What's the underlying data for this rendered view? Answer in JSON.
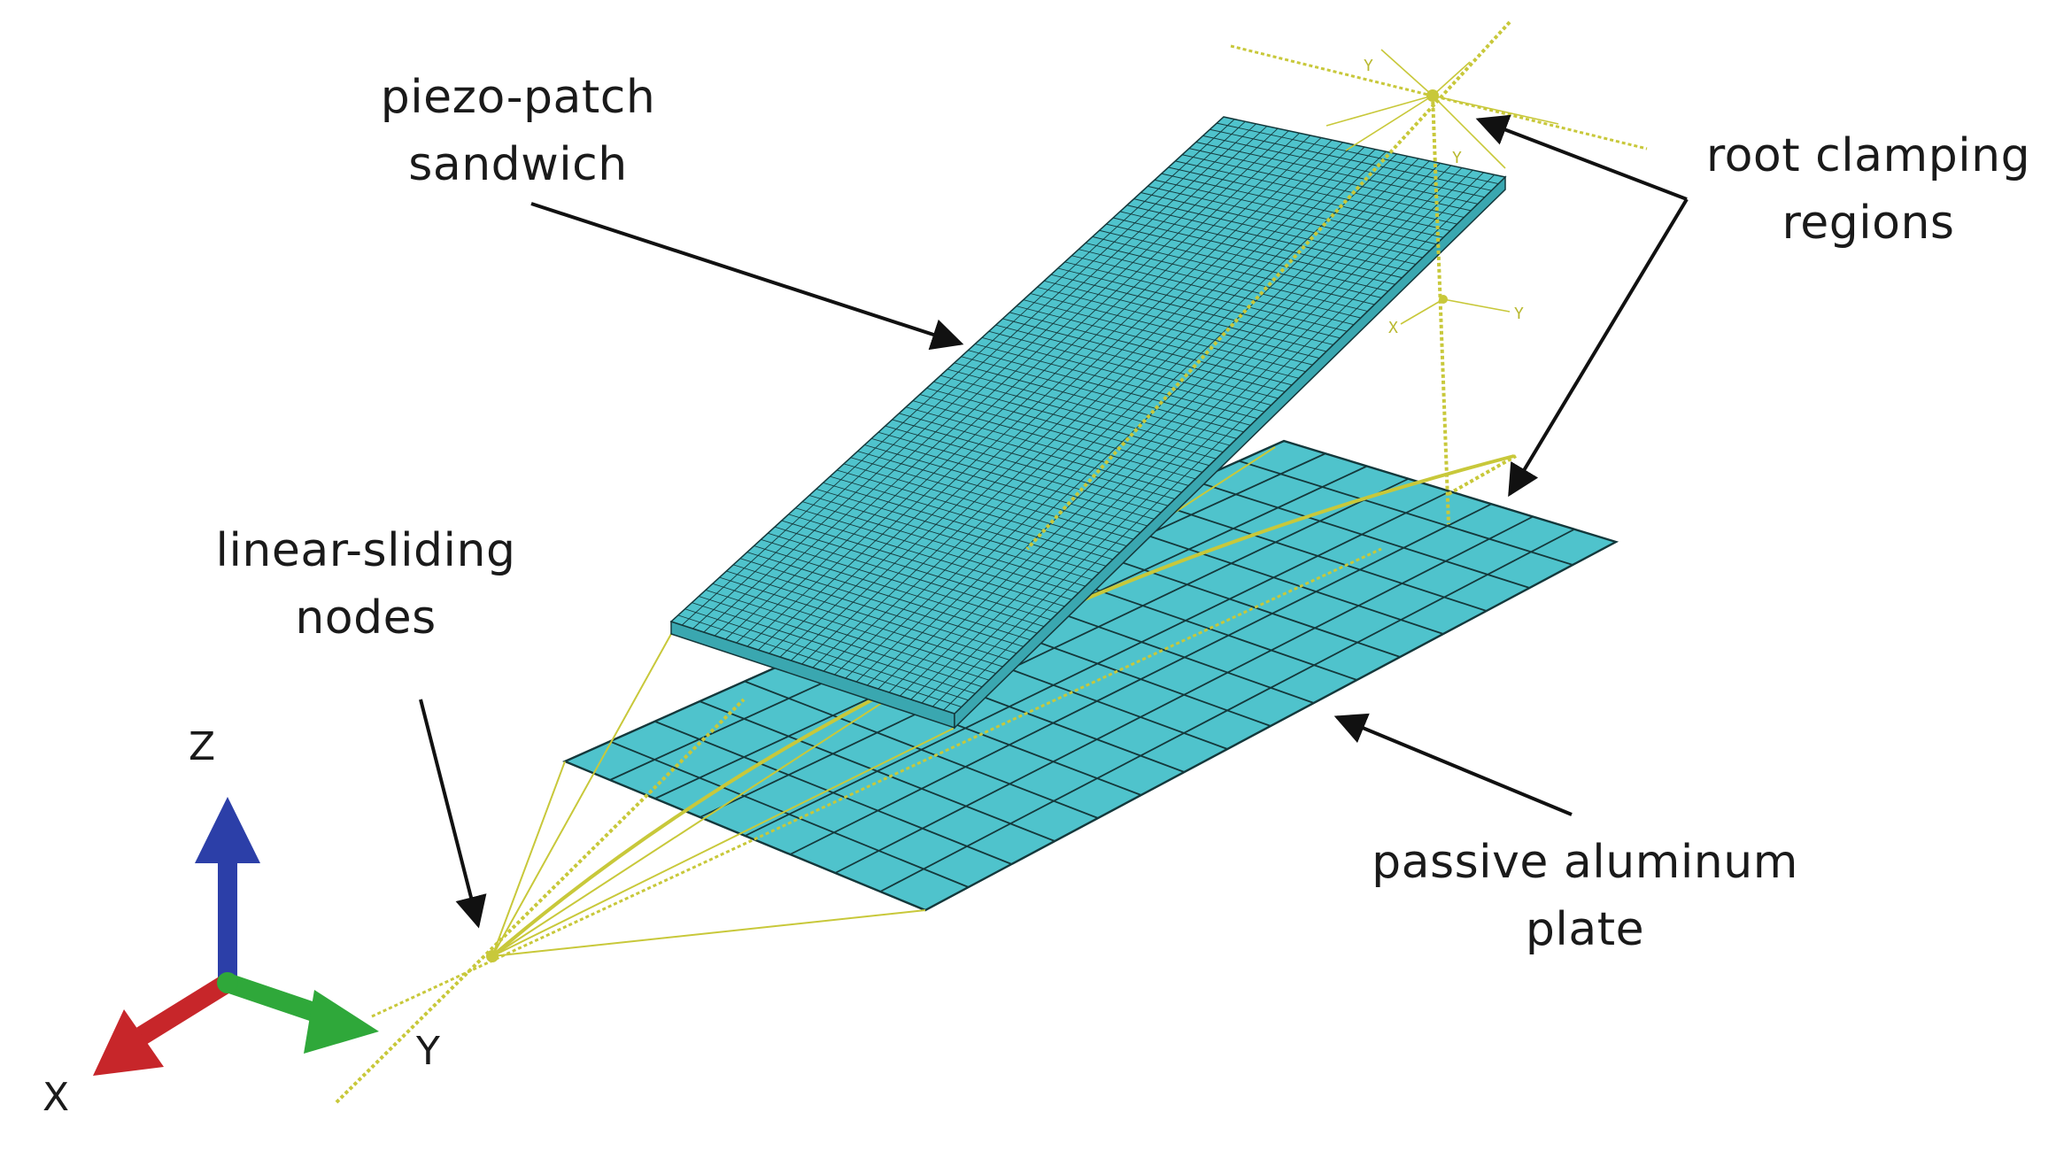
{
  "labels": {
    "piezo_line1": "piezo-patch",
    "piezo_line2": "sandwich",
    "root_line1": "root clamping",
    "root_line2": "regions",
    "sliding_line1": "linear-sliding",
    "sliding_line2": "nodes",
    "passive_line1": "passive aluminum",
    "passive_line2": "plate"
  },
  "axes": {
    "x": "X",
    "y": "Y",
    "z": "Z"
  },
  "triad_small": {
    "y1": "Y",
    "y2": "Y",
    "y3": "Y",
    "x1": "X"
  },
  "colors": {
    "plate_fill": "#4fc3cc",
    "mesh_line": "#14383b",
    "constraint": "#c8c83a",
    "arrow": "#111111",
    "axis_x": "#c7262a",
    "axis_y": "#2fa83a",
    "axis_z": "#2c3fa8"
  }
}
